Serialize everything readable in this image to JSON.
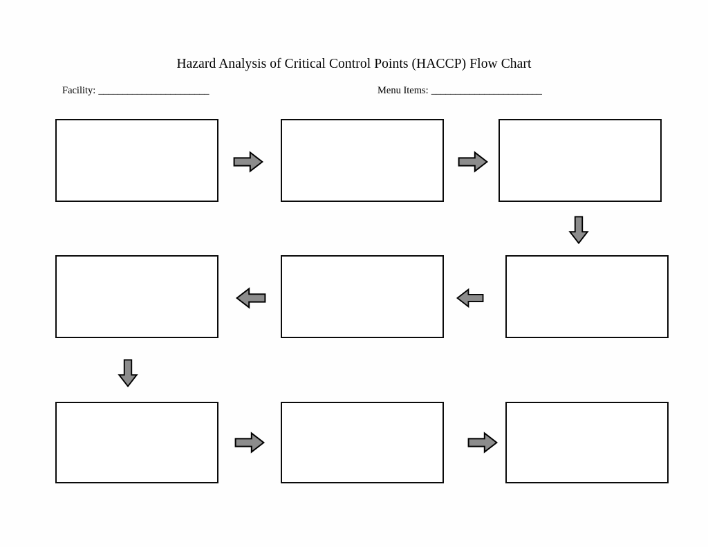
{
  "document": {
    "title": "Hazard Analysis of Critical Control Points (HACCP) Flow Chart",
    "background_color": "#ffffff"
  },
  "fields": [
    {
      "name": "facility",
      "label": "Facility:",
      "blank": "_______________________",
      "value": ""
    },
    {
      "name": "menu-items",
      "label": "Menu Items:",
      "blank": "_______________________",
      "value": ""
    }
  ],
  "flow": {
    "box_fill": "#ffffff",
    "box_border_color": "#0a0a0a",
    "arrow_fill": "#8c8c8c",
    "arrow_border_color": "#000000",
    "boxes": [
      {
        "id": "box-1",
        "row": 1,
        "column": 1,
        "text": ""
      },
      {
        "id": "box-2",
        "row": 1,
        "column": 2,
        "text": ""
      },
      {
        "id": "box-3",
        "row": 1,
        "column": 3,
        "text": ""
      },
      {
        "id": "box-4",
        "row": 2,
        "column": 1,
        "text": ""
      },
      {
        "id": "box-5",
        "row": 2,
        "column": 2,
        "text": ""
      },
      {
        "id": "box-6",
        "row": 2,
        "column": 3,
        "text": ""
      },
      {
        "id": "box-7",
        "row": 3,
        "column": 1,
        "text": ""
      },
      {
        "id": "box-8",
        "row": 3,
        "column": 2,
        "text": ""
      },
      {
        "id": "box-9",
        "row": 3,
        "column": 3,
        "text": ""
      }
    ],
    "arrows": [
      {
        "id": "arrow-1",
        "direction": "right",
        "from": "box-1",
        "to": "box-2"
      },
      {
        "id": "arrow-2",
        "direction": "right",
        "from": "box-2",
        "to": "box-3"
      },
      {
        "id": "arrow-3",
        "direction": "down",
        "from": "box-3",
        "to": "box-6"
      },
      {
        "id": "arrow-4",
        "direction": "left",
        "from": "box-6",
        "to": "box-5"
      },
      {
        "id": "arrow-5",
        "direction": "left",
        "from": "box-5",
        "to": "box-4"
      },
      {
        "id": "arrow-6",
        "direction": "down",
        "from": "box-4",
        "to": "box-7"
      },
      {
        "id": "arrow-7",
        "direction": "right",
        "from": "box-7",
        "to": "box-8"
      },
      {
        "id": "arrow-8",
        "direction": "right",
        "from": "box-8",
        "to": "box-9"
      }
    ]
  }
}
